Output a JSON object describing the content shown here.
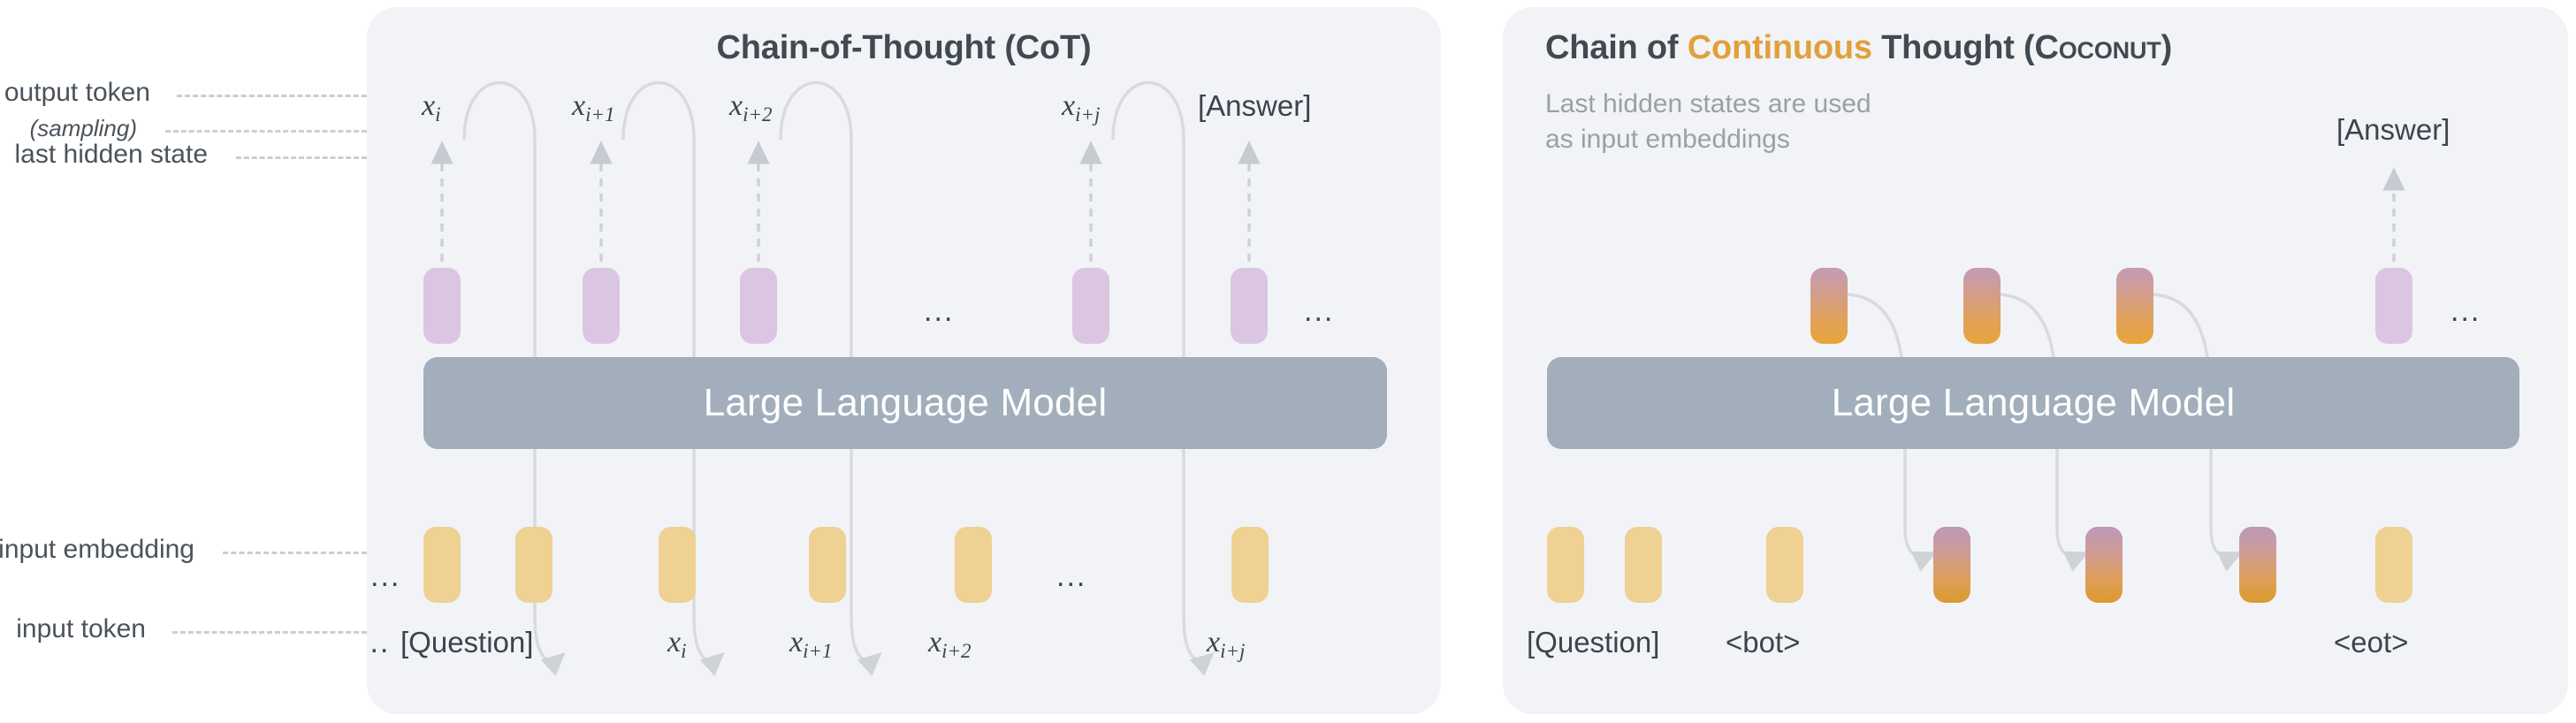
{
  "figure": {
    "background": "#ffffff",
    "panel_background": "#f2f3f7",
    "accent_orange": "#e0a03a",
    "llm_bar_color": "#a2aebb",
    "hidden_state_color": "#dbc6e2",
    "embedding_color": "#eed193",
    "continuous_gradient_top": "#c49cb5",
    "continuous_gradient_bottom": "#e8a43a",
    "text_color": "#3b444d",
    "leader_line_color": "#c9ced6"
  },
  "axis_labels": {
    "output_token": "output token",
    "sampling": "(sampling)",
    "last_hidden_state": "last hidden state",
    "input_embedding": "input embedding",
    "input_token": "input token"
  },
  "cot_panel": {
    "title": "Chain-of-Thought (CoT)",
    "llm_label": "Large Language Model",
    "output_tokens": [
      {
        "base": "x",
        "sub": "i"
      },
      {
        "base": "x",
        "sub": "i+1"
      },
      {
        "base": "x",
        "sub": "i+2"
      },
      {
        "base": "",
        "sub": ""
      },
      {
        "base": "x",
        "sub": "i+j"
      },
      {
        "base": "[Answer]",
        "sub": ""
      }
    ],
    "output_ellipsis_after_index": 3,
    "trailing_ellipsis": "...",
    "hidden_state_count": 5,
    "embedding_count": 6,
    "input_tokens": [
      "[Question]",
      "x_i",
      "x_{i+1}",
      "x_{i+2}",
      "",
      "x_{i+j}"
    ],
    "input_token_labels": [
      {
        "base": "[Question]",
        "sub": ""
      },
      {
        "base": "x",
        "sub": "i"
      },
      {
        "base": "x",
        "sub": "i+1"
      },
      {
        "base": "x",
        "sub": "i+2"
      },
      {
        "base": "x",
        "sub": "i+j"
      }
    ],
    "input_ellipsis": "...",
    "leading_ellipsis": "..."
  },
  "coconut_panel": {
    "title_part1": "Chain of ",
    "title_accent": "Continuous",
    "title_part2": " Thought (",
    "title_smallcaps": "Coconut",
    "title_part3": ")",
    "note": "Last hidden states are used\nas input embeddings",
    "llm_label": "Large Language Model",
    "answer_label": "[Answer]",
    "trailing_ellipsis": "...",
    "continuous_thought_count": 3,
    "hidden_state_count": 1,
    "embedding_row": [
      "embed",
      "embed",
      "embed",
      "cont",
      "cont",
      "cont",
      "embed"
    ],
    "input_tokens": [
      "[Question]",
      "<bot>",
      "<eot>"
    ]
  }
}
